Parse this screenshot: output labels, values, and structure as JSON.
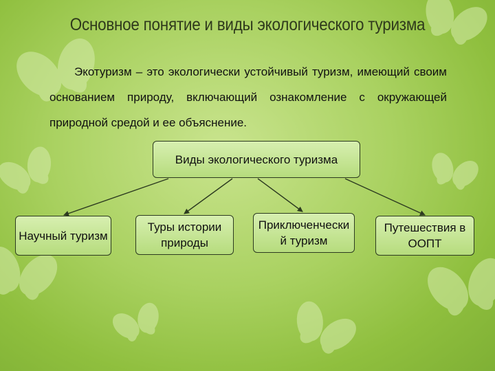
{
  "title": "Основное понятие и виды экологического туризма",
  "paragraph": "Экотуризм – это экологически устойчивый туризм, имеющий своим основанием природу, включающий ознакомление с окружающей природной средой и ее объяснение.",
  "diagram": {
    "root": "Виды экологического туризма",
    "children": [
      "Научный туризм",
      "Туры истории природы",
      "Приключенческий туризм",
      "Путешествия в ООПТ"
    ]
  },
  "colors": {
    "background": "#a9d160",
    "box_fill": "#c8e79a",
    "line": "#2c3a20"
  }
}
